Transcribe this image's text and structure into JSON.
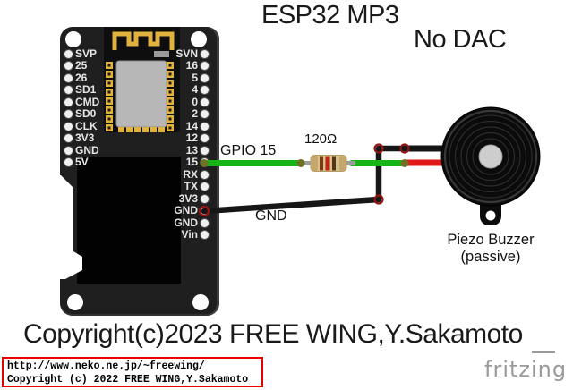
{
  "title": "ESP32 MP3",
  "subtitle": "No DAC",
  "board": {
    "left_pins": [
      "SVP",
      "25",
      "26",
      "SD1",
      "CMD",
      "SD0",
      "CLK",
      "3V3",
      "GND",
      "5V"
    ],
    "right_pins": [
      "SVN",
      "16",
      "5",
      "4",
      "0",
      "2",
      "14",
      "12",
      "13",
      "15",
      "RX",
      "TX",
      "3V3",
      "GND",
      "GND",
      "Vin"
    ]
  },
  "wiring": {
    "signal_label": "GPIO 15",
    "ground_label": "GND",
    "resistor": {
      "label": "120Ω",
      "band_colors": [
        "#7a3b16",
        "#bf2418",
        "#54361a"
      ]
    }
  },
  "buzzer": {
    "name": "Piezo Buzzer",
    "type_note": "(passive)"
  },
  "footer": {
    "copyright": "Copyright(c)2023 FREE WING,Y.Sakamoto",
    "link_box": {
      "line1": "http://www.neko.ne.jp/~freewing/",
      "line2": "Copyright (c) 2022 FREE WING,Y.Sakamoto"
    },
    "watermark": "fritzing"
  },
  "colors": {
    "wire_signal": "#15b515",
    "wire_ground": "#161616",
    "buzzer_lead_positive": "#e01818",
    "resistor_body": "#d8c28c",
    "board_body": "#1f1f1f",
    "antenna_gold": "#e2b33c",
    "link_box_border": "#e80000",
    "watermark_gray": "#9a9a9a"
  }
}
